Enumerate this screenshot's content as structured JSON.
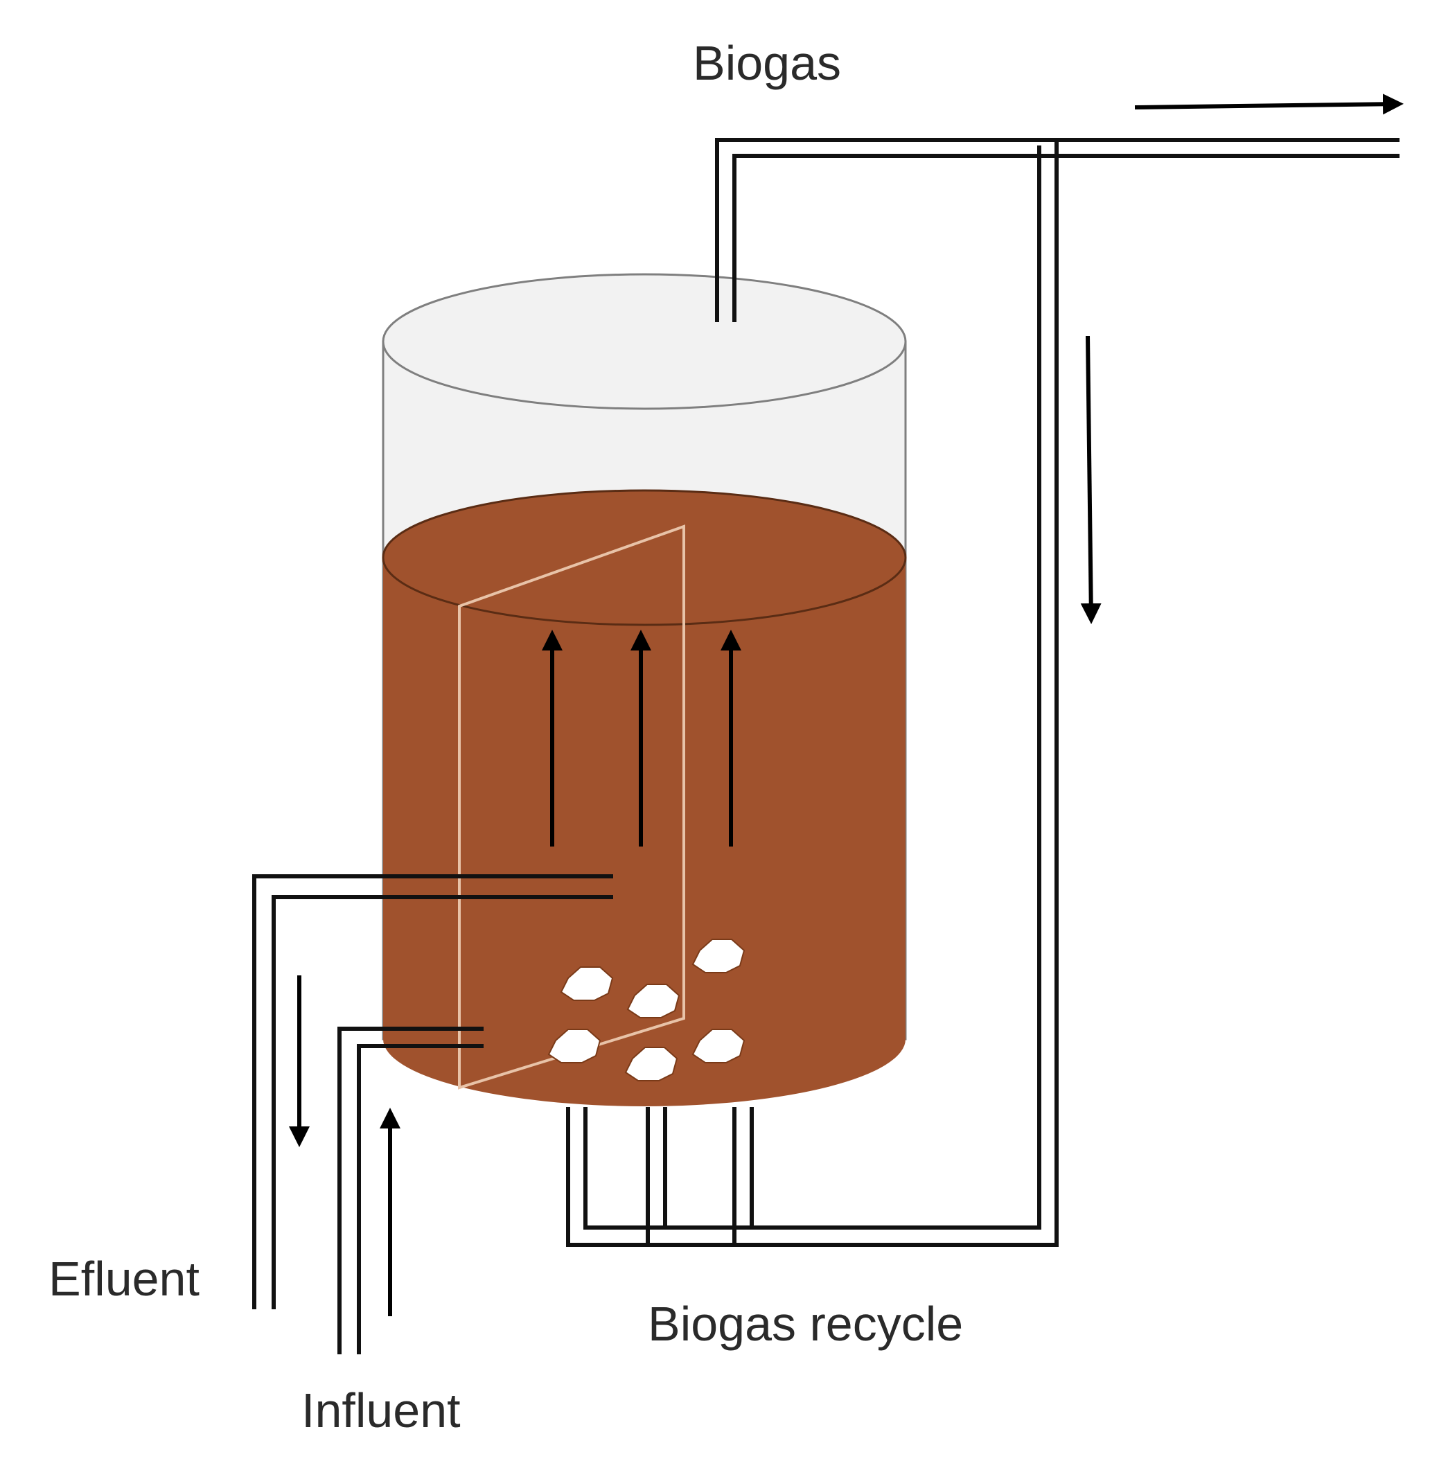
{
  "labels": {
    "biogas": "Biogas",
    "biogas_recycle": "Biogas recycle",
    "efluent": "Efluent",
    "influent": "Influent"
  },
  "colors": {
    "liquid": "#a0522d",
    "liquid_surface_edge": "#5a2c14",
    "tank_wall": "#7f7f7f",
    "tank_gas_space": "#f2f2f2",
    "baffle": "#e8c3a8",
    "bubbles": "#ffffff",
    "pipes": "#111111",
    "text": "#2a2a2a"
  },
  "icons": {
    "arrow": "arrow-head",
    "bubble": "gas-bubble"
  }
}
